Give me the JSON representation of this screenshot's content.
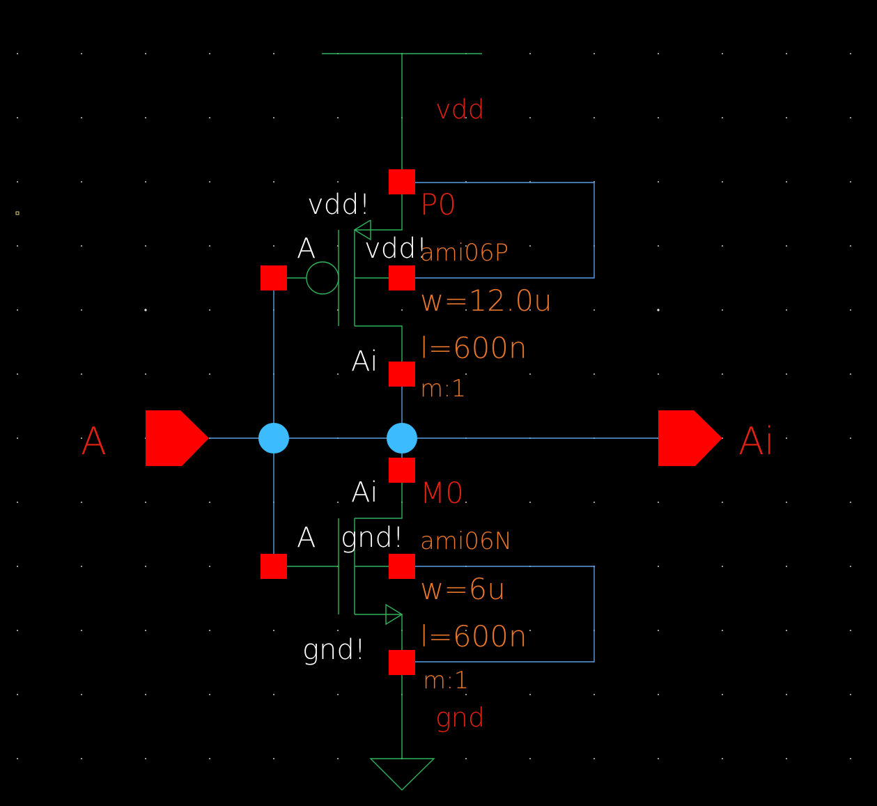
{
  "schematic": {
    "title": "CMOS inverter",
    "colors": {
      "background": "#000000",
      "wire_green": "#2fb35a",
      "wire_blue": "#5aa0e6",
      "pin_red": "#ff0000",
      "node_blue": "#3dbbff",
      "instance_name": "#e02010",
      "param_text": "#e8762a",
      "terminal_text": "#ffffff",
      "grid_dot": "#9a9a9a"
    },
    "supply": {
      "vdd_label": "vdd",
      "gnd_label": "gnd"
    },
    "ports": {
      "input": {
        "name": "A"
      },
      "output": {
        "name": "Ai"
      }
    },
    "pmos": {
      "instance": "P0",
      "model": "ami06P",
      "w": "w=12.0u",
      "l": "l=600n",
      "m": "m:1",
      "terminals": {
        "source": "vdd!",
        "bulk": "vdd!",
        "gate": "A",
        "drain": "Ai"
      }
    },
    "nmos": {
      "instance": "M0",
      "model": "ami06N",
      "w": "w=6u",
      "l": "l=600n",
      "m": "m:1",
      "terminals": {
        "drain": "Ai",
        "gate": "A",
        "bulk": "gnd!",
        "source": "gnd!"
      }
    }
  }
}
